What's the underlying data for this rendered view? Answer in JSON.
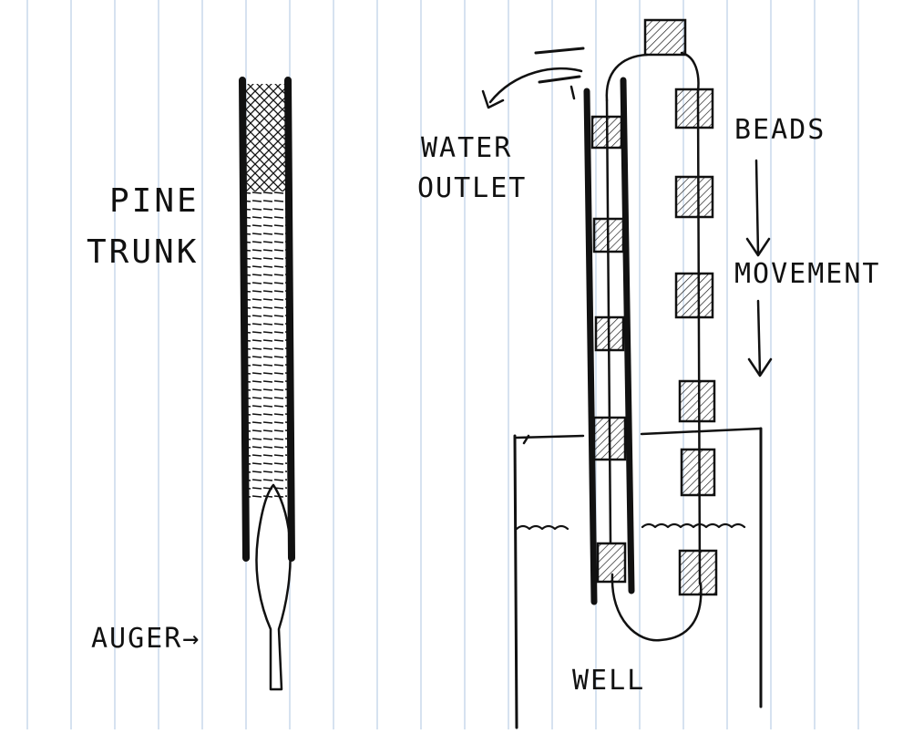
{
  "labels": {
    "pine_line1": "PINE",
    "pine_line2": "TRUNK",
    "auger": "AUGER→",
    "water_line1": "WATER",
    "water_line2": "OUTLET",
    "beads": "BEADS",
    "movement": "MOVEMENT",
    "well": "WELL"
  },
  "colors": {
    "paper": "#ffffff",
    "rule_lines": "#c9d9ec",
    "ink": "#111111"
  }
}
